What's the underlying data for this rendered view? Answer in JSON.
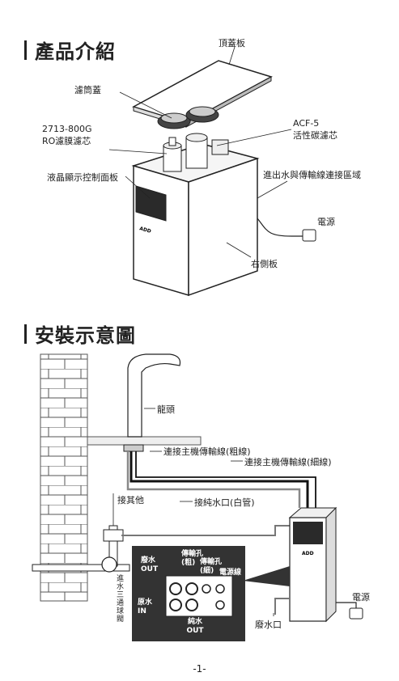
{
  "section1": {
    "heading": "產品介紹",
    "labels": {
      "top_cover": "頂蓋板",
      "filter_cap": "濾筒蓋",
      "ro_model": "2713-800G",
      "ro_name": "RO濾膜濾芯",
      "acf_model": "ACF-5",
      "acf_name": "活性碳濾芯",
      "lcd": "液晶顯示控制面板",
      "connect_area": "進出水與傳輸線連接區域",
      "power": "電源",
      "right_panel": "右側板",
      "brand": "ADD"
    }
  },
  "section2": {
    "heading": "安裝示意圖",
    "labels": {
      "faucet": "龍頭",
      "cable_thick": "連接主機傳輸線(粗線)",
      "cable_thin": "連接主機傳輸線(細線)",
      "pure_water_port": "接純水口(白管)",
      "other": "接其他",
      "three_way": "進水三通球閥",
      "power": "電源",
      "waste_port": "廢水口",
      "brand": "ADD"
    },
    "panel": {
      "waste_out": "廢水 OUT",
      "cable_thick": "傳輸孔 (粗)",
      "cable_thin": "傳輸孔 (細)",
      "power_line": "電源線",
      "raw_in": "原水 IN",
      "pure_out": "純水 OUT"
    }
  },
  "footer": {
    "page_number": "-1-"
  }
}
